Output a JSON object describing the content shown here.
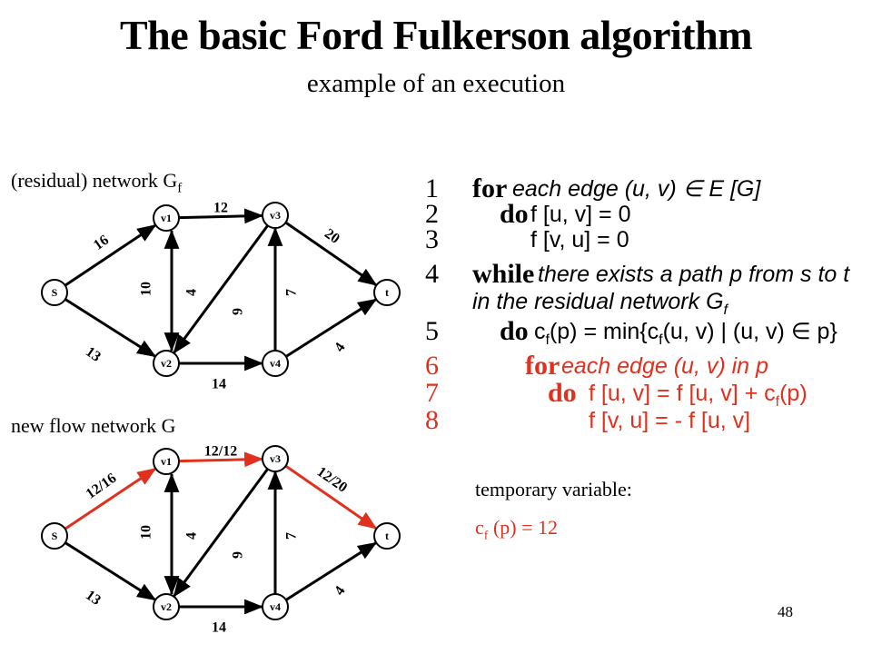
{
  "title": "The basic Ford Fulkerson algorithm",
  "subtitle": "example of an execution",
  "residual_caption": {
    "text": "(residual) network G",
    "sub": "f"
  },
  "flow_caption": "new flow network G",
  "colors": {
    "highlight": "#e0301e",
    "text": "#000000"
  },
  "nodes": {
    "s": "S",
    "v1": "v1",
    "v2": "v2",
    "v3": "v3",
    "v4": "v4",
    "t": "t"
  },
  "residual_edges": [
    {
      "id": "s-v1",
      "label": "16"
    },
    {
      "id": "v1-v3",
      "label": "12"
    },
    {
      "id": "v3-t",
      "label": "20"
    },
    {
      "id": "v1-v2",
      "label": "10"
    },
    {
      "id": "v2-v1",
      "label": "4"
    },
    {
      "id": "v3-v2",
      "label": "9"
    },
    {
      "id": "v4-v3",
      "label": "7"
    },
    {
      "id": "s-v2",
      "label": "13"
    },
    {
      "id": "v2-v4",
      "label": "14"
    },
    {
      "id": "v4-t",
      "label": "4"
    }
  ],
  "flow_edges": [
    {
      "id": "s-v1",
      "label": "12/16",
      "highlight": true
    },
    {
      "id": "v1-v3",
      "label": "12/12",
      "highlight": true
    },
    {
      "id": "v3-t",
      "label": "12/20",
      "highlight": true
    },
    {
      "id": "v1-v2",
      "label": "10"
    },
    {
      "id": "v2-v1",
      "label": "4"
    },
    {
      "id": "v3-v2",
      "label": "9"
    },
    {
      "id": "v4-v3",
      "label": "7"
    },
    {
      "id": "s-v2",
      "label": "13"
    },
    {
      "id": "v2-v4",
      "label": "14"
    },
    {
      "id": "v4-t",
      "label": "4"
    }
  ],
  "code": [
    {
      "num": "1",
      "kw": "for",
      "rest": "each edge (u, v) ∈ E [G]",
      "style": "it"
    },
    {
      "num": "2",
      "kw": "do",
      "rest": "f [u, v] = 0",
      "style": "tx"
    },
    {
      "num": "3",
      "kw": "",
      "rest": "f [v, u] = 0",
      "style": "tx"
    },
    {
      "num": "4",
      "kw": "while",
      "rest": "there exists a path p from s to t",
      "style": "it"
    },
    {
      "num": "",
      "kw": "",
      "rest": "in the residual network G",
      "sub": "f",
      "style": "it"
    },
    {
      "num": "5",
      "kw": "do",
      "rest": "c",
      "sub": "f",
      "rest2": "(p) = min{c",
      "sub2": "f",
      "rest3": "(u, v) | (u, v) ∈ p}",
      "style": "tx"
    },
    {
      "num": "6",
      "kw": "for",
      "rest": "each edge (u, v) in p",
      "style": "it",
      "red": true
    },
    {
      "num": "7",
      "kw": "do",
      "rest": "f [u, v] = f [u, v] + c",
      "sub": "f",
      "rest2": "(p)",
      "style": "tx",
      "red": true
    },
    {
      "num": "8",
      "kw": "",
      "rest": "f [v, u] = - f [u, v]",
      "style": "tx",
      "red": true
    }
  ],
  "temp_label": "temporary variable:",
  "temp_value": {
    "c": "c",
    "sub": "f",
    "rest": " (p) = 12"
  },
  "page_number": "48"
}
